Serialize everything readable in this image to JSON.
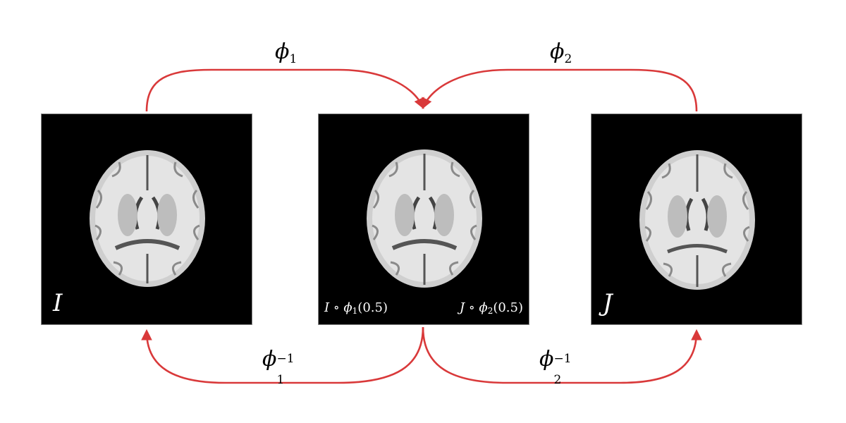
{
  "panels": {
    "left": {
      "label": "I"
    },
    "middle": {
      "label_left": {
        "main": "I ∘ ϕ",
        "sub": "1",
        "arg": "(0.5)"
      },
      "label_right": {
        "main": "J ∘ ϕ",
        "sub": "2",
        "arg": "(0.5)"
      }
    },
    "right": {
      "label": "J"
    }
  },
  "arrows": {
    "phi1": {
      "symbol": "ϕ",
      "sub": "1"
    },
    "phi2": {
      "symbol": "ϕ",
      "sub": "2"
    },
    "phi1_inv": {
      "symbol": "ϕ",
      "sub": "1",
      "sup": "−1"
    },
    "phi2_inv": {
      "symbol": "ϕ",
      "sub": "2",
      "sup": "−1"
    }
  },
  "colors": {
    "arrow": "#d9393a",
    "panel_bg": "#000000",
    "brain_white": "#e8e8e8",
    "brain_gray": "#9a9a9a"
  }
}
